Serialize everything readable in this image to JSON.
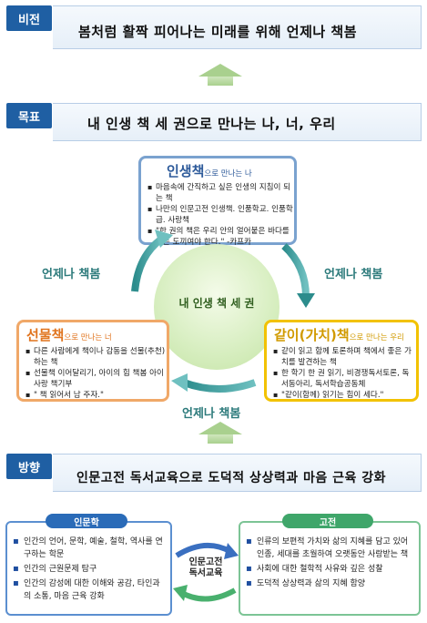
{
  "vision": {
    "tag": "비전",
    "headline": "봄처럼 활짝 피어나는 미래를 위해 언제나 책봄"
  },
  "goal": {
    "tag": "목표",
    "headline": "내 인생 책 세 권으로 만나는 나, 너, 우리",
    "center": "내 인생 책 세 권",
    "left_label": "언제나 책봄",
    "right_label": "언제나 책봄",
    "bottom_label": "언제나 책봄",
    "cards": [
      {
        "title_big": "인생책",
        "title_small": "으로 만나는 나",
        "items": [
          "마음속에 간직하고 싶은 인생의 지침이 되는 책",
          "나만의 인문고전 인생책. 인품학교. 인품학급. 사랑책",
          "\"한 권의 책은 우리 안의 얼어붙은 바다를 깨는 도끼여야 한다.\" -카프카"
        ]
      },
      {
        "title_big": "선물책",
        "title_small": "으로 만나는 너",
        "items": [
          "다른 사람에게 책이나 감동을 선물(추천) 하는 책",
          "선물책 이어달리기, 아이의 힘 책봄 아이사랑 책기부",
          "\" 책 읽어서 남 주자.\""
        ]
      },
      {
        "title_big": "같이(가치)책",
        "title_small": "으로 만나는 우리",
        "items": [
          "같이 읽고 함께 토론하며 책에서 좋은 가치를 발견하는 책",
          "한 학기 한 권 읽기, 비경쟁독서토론, 독서동아리, 독서학습공동체",
          "\"같이(함께) 읽기는 힘이 세다.\""
        ]
      }
    ]
  },
  "direction": {
    "tag": "방향",
    "headline": "인문고전 독서교육으로 도덕적 상상력과 마음 근육 강화",
    "center": [
      "인문고전",
      "독서교육"
    ],
    "left": {
      "title": "인문학",
      "items": [
        "인간의 언어, 문학, 예술, 철학, 역사를 연구하는 학문",
        "인간의 근원문제 탐구",
        "인간의 감성에 대한 이해와 공감, 타인과의 소통, 마음 근육 강화"
      ]
    },
    "right": {
      "title": "고전",
      "items": [
        "인류의 보편적 가치와 삶의 지혜를 담고 있어 인종, 세대를 초월하여 오랫동안 사랑받는 책",
        "사회에 대한 철학적 사유와 깊은 성찰",
        "도덕적 상상력과 삶의 지혜 함양"
      ]
    }
  },
  "colors": {
    "tag_blue": "#1f5fa3",
    "card1_border": "#7aa2cf",
    "card2_border": "#f0a868",
    "card3_border": "#f2c200",
    "title_blue": "#2d5a9a",
    "title_orange": "#e0741e",
    "title_gold": "#d19a00",
    "left_pill": "#2a6bb8",
    "right_pill": "#3fa66a"
  }
}
